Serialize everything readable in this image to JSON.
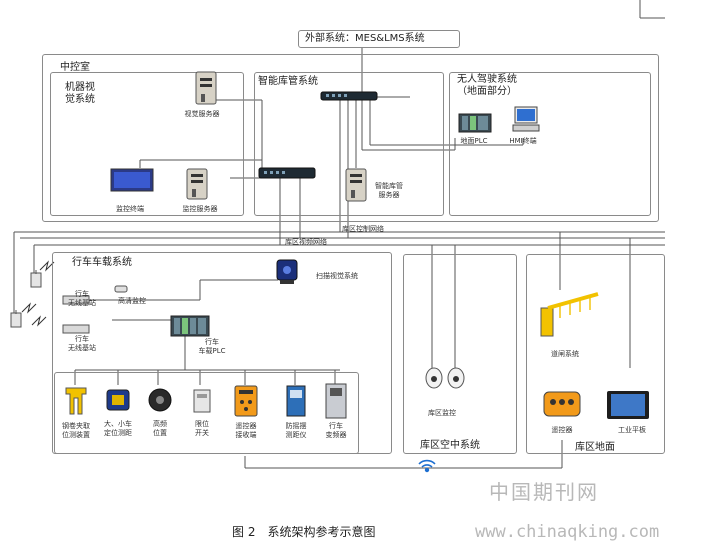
{
  "diagram": {
    "external_system": "外部系统：MES&LMS系统",
    "control_room": {
      "title": "中控室",
      "machine_vision": {
        "title": "机器视\n觉系统",
        "vision_server": "视觉服务器",
        "monitor_terminal": "监控终端",
        "monitor_server": "监控服务器"
      },
      "smart_warehouse": {
        "title": "智能库管系统",
        "server": "智能库管\n服务器"
      },
      "driverless": {
        "title": "无人驾驶系统\n（地面部分）",
        "ground_plc": "地面PLC",
        "hmi_terminal": "HMI终端"
      }
    },
    "networks": {
      "control_net": "库区控制网络",
      "video_net": "库区视频网络"
    },
    "crane_system": {
      "title": "行车车载系统",
      "wireless_base_1": "行车\n无线基站",
      "wireless_base_2": "行车\n无线基站",
      "hd_monitor": "高清监控",
      "scanner_vision": "扫描视觉系统",
      "onboard_plc": "行车\n车载PLC",
      "devices": [
        "钢卷夹取\n位测装置",
        "大、小车\n定位测距",
        "高频\n位置",
        "限位\n开关",
        "遥控器\n接收端",
        "防摇摆\n测距仪",
        "行车\n变频器"
      ]
    },
    "aerial_system": {
      "title": "库区空中系统",
      "monitor": "库区监控"
    },
    "ground_system": {
      "title": "库区地面",
      "barrier": "道闸系统",
      "remote": "遥控器",
      "tablet": "工业平板"
    },
    "caption": "图 2　系统架构参考示意图",
    "watermark_cn": "中国期刊网",
    "watermark_url": "www.chinaqking.com"
  }
}
